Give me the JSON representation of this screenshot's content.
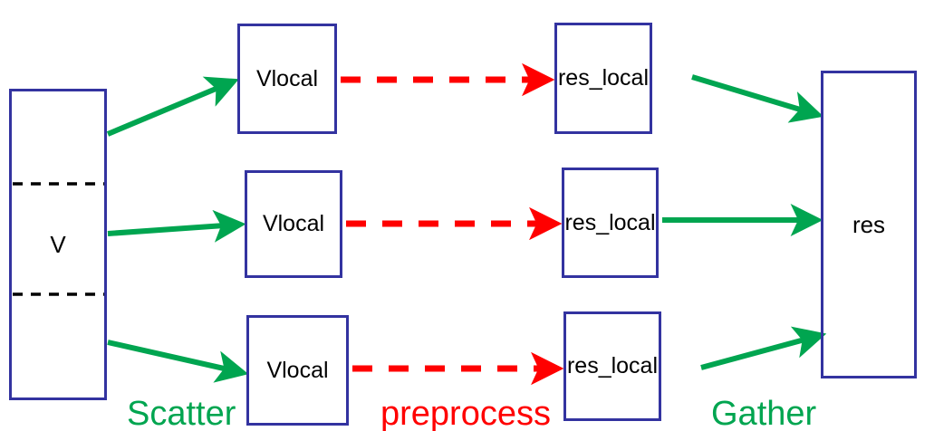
{
  "diagram": {
    "title": "Scatter / preprocess / Gather parallel data-flow diagram",
    "colors": {
      "box_border": "#3333a0",
      "scatter_gather_arrow": "#00a550",
      "preprocess_arrow": "#ff0000",
      "partition_divider": "#000000",
      "background": "#ffffff",
      "label_text": "#000000"
    },
    "source_block": {
      "label": "V",
      "partition_count": 3,
      "divider_style": "dashed"
    },
    "result_block": {
      "label": "res"
    },
    "rows": [
      {
        "local_input": "Vlocal",
        "local_output": "res_local"
      },
      {
        "local_input": "Vlocal",
        "local_output": "res_local"
      },
      {
        "local_input": "Vlocal",
        "local_output": "res_local"
      }
    ],
    "captions": [
      {
        "text": "Scatter",
        "color": "#00a550"
      },
      {
        "text": "preprocess",
        "color": "#ff0000"
      },
      {
        "text": "Gather",
        "color": "#00a550"
      }
    ]
  }
}
